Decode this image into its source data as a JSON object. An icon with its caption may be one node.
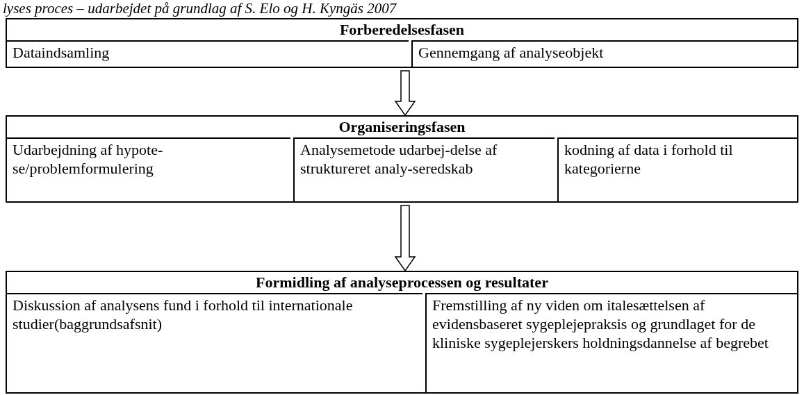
{
  "diagram": {
    "title": "lyses proces – udarbejdet på grundlag af S. Elo og H. Kyngäs 2007",
    "nodes": [
      {
        "text": [
          "Forberedelsesfasen"
        ]
      },
      {
        "text": [
          "Dataindsamling"
        ],
        "in": 0
      },
      {
        "text": [
          "Gennemgang af analyseobjekt"
        ],
        "in": 0
      },
      {
        "text": [
          "Organiseringsfasen"
        ]
      },
      {
        "text": [
          "Udarbejdning af hypote-se/problemformulering"
        ],
        "in": 3
      },
      {
        "text": [
          "Analysemetode udarbej-delse af struktureret analy-seredskab"
        ],
        "in": 3
      },
      {
        "text": [
          "kodning af data i forhold til kategorierne"
        ],
        "in": 3
      },
      {
        "text": [
          "Formidling af analyseprocessen og resultater"
        ]
      },
      {
        "text": [
          "Diskussion af analysens fund i forhold til internationale studier(baggrundsafsnit)"
        ],
        "in": 7
      },
      {
        "text": [
          "Fremstilling af ny viden om italesættelsen af evidensbaseret sygeplejepraksis og grundlaget for de kliniske sygeplejerskers holdningsdannelse af begrebet"
        ],
        "in": 7
      }
    ],
    "edges": [
      {
        "from": 0,
        "to": 3,
        "arrow": "to"
      },
      {
        "from": 3,
        "to": 7,
        "arrow": "to"
      }
    ]
  }
}
